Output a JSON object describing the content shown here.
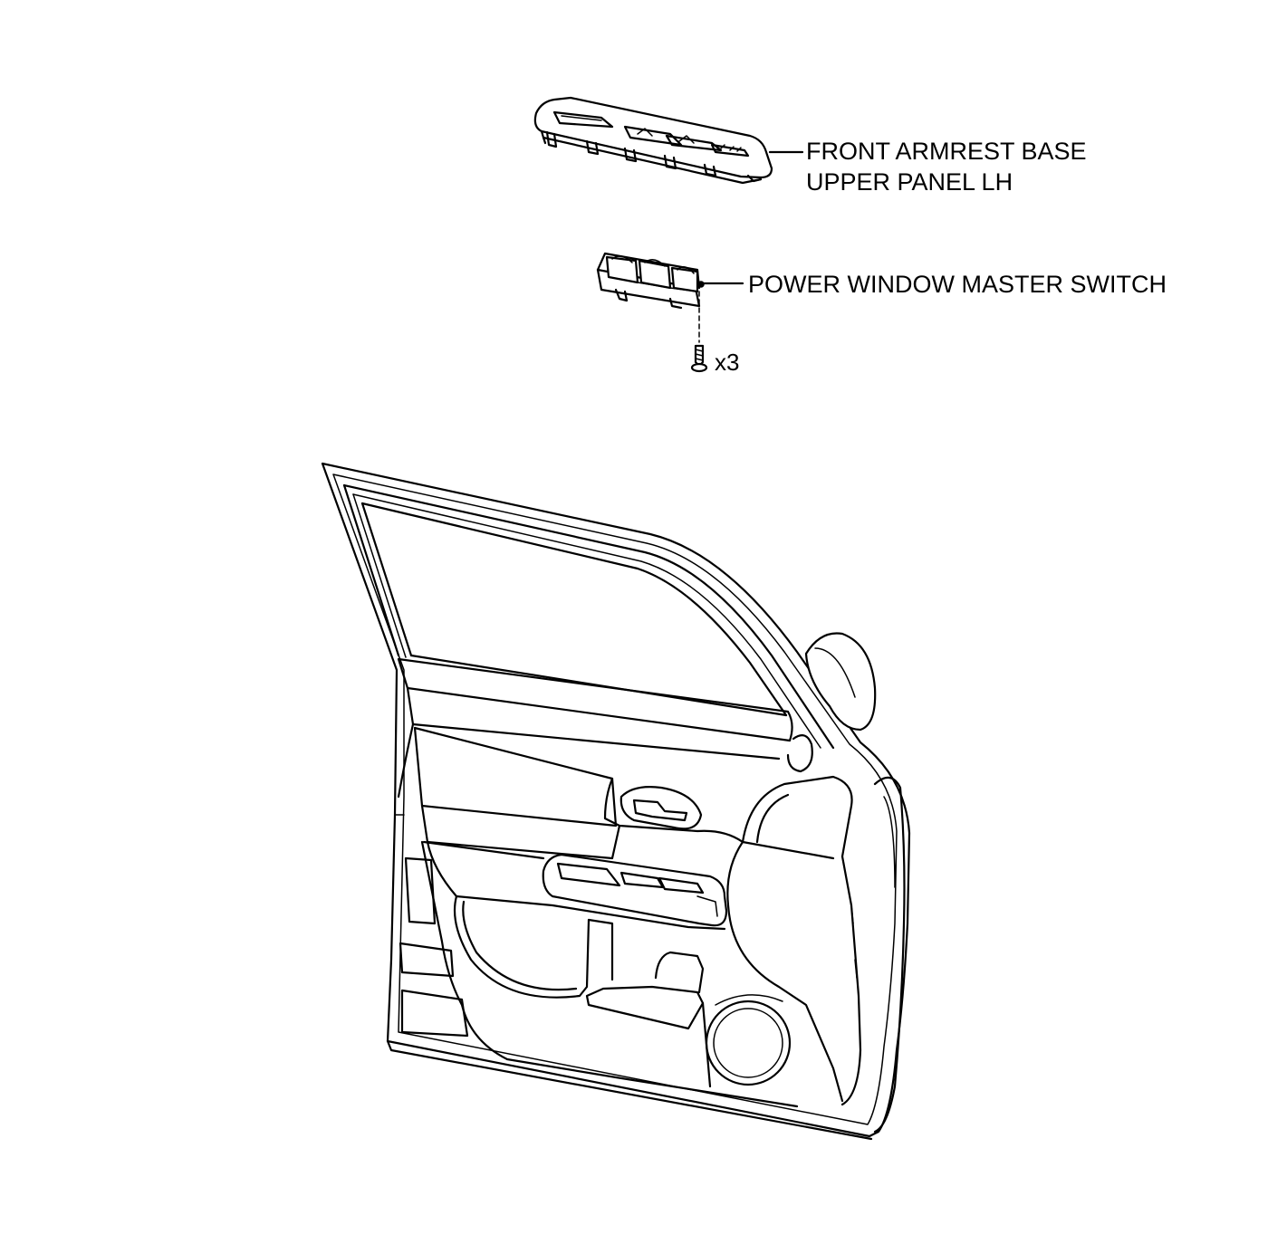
{
  "parts": {
    "armrest_panel": {
      "line1": "FRONT ARMREST BASE",
      "line2": "UPPER PANEL LH"
    },
    "master_switch": {
      "label": "POWER WINDOW MASTER SWITCH"
    },
    "screw": {
      "quantity": "x3"
    }
  },
  "colors": {
    "line": "#000000",
    "background": "#ffffff"
  }
}
